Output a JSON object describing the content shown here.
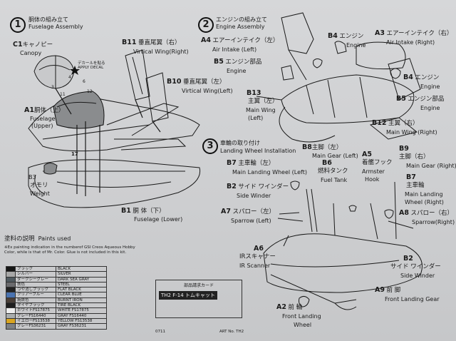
{
  "section1": {
    "num": "1",
    "title_jp": "胴体の組み立て",
    "title_en": "Fuselage Assembly"
  },
  "section2": {
    "num": "2",
    "title_jp": "エンジンの組み立て",
    "title_en": "Engine Assembly"
  },
  "section3": {
    "num": "3",
    "title_jp": "車輪の取り付け",
    "title_en": "Landing Wheel Installation"
  },
  "parts": {
    "c1": {
      "code": "C1",
      "jp": "キャノピー",
      "en": "Canopy"
    },
    "a1": {
      "code": "A1",
      "jp": "胴体（上）",
      "en": "Fuselage",
      "en2": "(Upper)"
    },
    "b3": {
      "code": "B3",
      "jp": "オモリ",
      "en": "Weight"
    },
    "b11": {
      "code": "B11",
      "jp": "垂直尾翼（右）",
      "en": "Virtical Wing(Right)"
    },
    "b10": {
      "code": "B10",
      "jp": "垂直尾翼（左）",
      "en": "Virtical Wing(Left)"
    },
    "b1": {
      "code": "B1",
      "jp": "胴 体（下）",
      "en": "Fuselage (Lower)"
    },
    "a4": {
      "code": "A4",
      "jp": "エアーインテイク（左）",
      "en": "Air Intake (Left)"
    },
    "b5l": {
      "code": "B5",
      "jp": "エンジン部品",
      "en": "Engine"
    },
    "b13": {
      "code": "B13",
      "jp": "主翼（左）",
      "en": "Main Wing",
      "en2": "(Left)"
    },
    "b4t": {
      "code": "B4",
      "jp": "エンジン",
      "en": "Engine"
    },
    "a3": {
      "code": "A3",
      "jp": "エアーインテイク（右）",
      "en": "Air Intake (Right)"
    },
    "b4r": {
      "code": "B4",
      "jp": "エンジン",
      "en": "Engine"
    },
    "b5r": {
      "code": "B5",
      "jp": "エンジン部品",
      "en": "Engine"
    },
    "b12": {
      "code": "B12",
      "jp": "主翼（右）",
      "en": "Main Wing (Right)"
    },
    "b8": {
      "code": "B8",
      "jp": "主脚（左）",
      "en": "Main Gear (Left)"
    },
    "a5": {
      "code": "A5",
      "jp": "着艦フック",
      "en": "Armster",
      "en2": "Hook"
    },
    "b9": {
      "code": "B9",
      "jp": "主脚（右）",
      "en": "Main Gear (Right)"
    },
    "b7l": {
      "code": "B7",
      "jp": "主車輪（左）",
      "en": "Main Landing Wheel (Left)"
    },
    "b6": {
      "code": "B6",
      "jp": "燃料タンク",
      "en": "Fuel Tank"
    },
    "b7r": {
      "code": "B7",
      "jp": "主車輪",
      "en": "Main Landing",
      "en2": "Wheel (Right)"
    },
    "b2l": {
      "code": "B2",
      "jp": "サイド ワインダー",
      "en": "Side Winder"
    },
    "a7": {
      "code": "A7",
      "jp": "スパロー（左）",
      "en": "Sparrow (Left)"
    },
    "a8": {
      "code": "A8",
      "jp": "スパロー（右）",
      "en": "Sparrow(Right)"
    },
    "a6": {
      "code": "A6",
      "jp": "IRスキャナー",
      "en": "IR Scanner"
    },
    "b2r": {
      "code": "B2",
      "jp": "サイド ワインダー",
      "en": "Side Winder"
    },
    "a9": {
      "code": "A9",
      "jp": "前 脚",
      "en": "Front Landing Gear"
    },
    "a2": {
      "code": "A2",
      "jp": "前 輪",
      "en": "Front Landing",
      "en2": "Wheel"
    }
  },
  "decal_note": {
    "jp": "デカールを貼る",
    "en": "APPLY DECAL"
  },
  "callout_numbers": [
    "17",
    "6",
    "4",
    "12",
    "11",
    "3"
  ],
  "paints": {
    "title_jp": "塗料の説明",
    "title_en": "Paints used",
    "note1": "※Ex painting indication in the numberof GSI Creos Aqueous Hobby",
    "note2": "Color, while is that of Mr. Color. Glue is not included in this kit.",
    "rows": [
      {
        "jp": "ブラック",
        "en": "BLACK",
        "color": "#151515"
      },
      {
        "jp": "シルバー",
        "en": "SILVER",
        "color": "#a8a8a8"
      },
      {
        "jp": "ダークシーグレー",
        "en": "DARK SEA GRAY",
        "color": "#505a60"
      },
      {
        "jp": "鉄色",
        "en": "STEEL",
        "color": "#6b6b6e"
      },
      {
        "jp": "つや消しブラック",
        "en": "FLAT BLACK",
        "color": "#222222"
      },
      {
        "jp": "クリアーブルー",
        "en": "CLEAR BLUE",
        "color": "#4a73b0"
      },
      {
        "jp": "焼鉄色",
        "en": "BURNT IRON",
        "color": "#4a3f38"
      },
      {
        "jp": "タイヤブラック",
        "en": "TIRE BLACK",
        "color": "#1f1f1f"
      },
      {
        "jp": "ホワイトFS17875",
        "en": "WHITE FS17875",
        "color": "#eeeeee"
      },
      {
        "jp": "グレーFS16440",
        "en": "GRAY FS16440",
        "color": "#a9adad"
      },
      {
        "jp": "イエローFS13538",
        "en": "YELLOW FS13538",
        "color": "#d9a520"
      },
      {
        "jp": "グレーFS36231",
        "en": "GRAY FS36231",
        "color": "#7d8082"
      }
    ]
  },
  "card": {
    "title": "部品請求カード",
    "model": "TH2",
    "model_name": "F-14 トムキャット",
    "art": "ART No. TH2"
  },
  "footer_code": "0711"
}
